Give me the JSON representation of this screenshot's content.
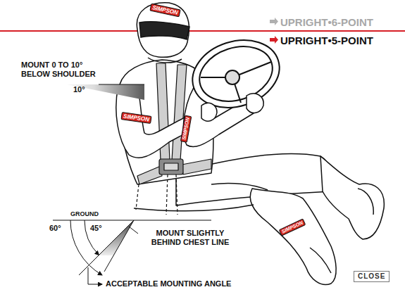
{
  "diagram": {
    "nodes": [
      {
        "text": [
          "SIMPSON"
        ]
      },
      {
        "text": [
          "SIMPSON"
        ]
      },
      {
        "text": [
          "SIMPSON"
        ]
      },
      {
        "text": [
          "SIMPSON"
        ]
      },
      {
        "text": [
          "CLOSE"
        ]
      }
    ],
    "labels": [
      "UPRIGHT•6-POINT",
      "UPRIGHT•5-POINT",
      "MOUNT 0 TO 10° BELOW SHOULDER",
      "10°",
      "GROUND",
      "60°",
      "45°",
      "MOUNT SLIGHTLY BEHIND CHEST LINE",
      "ACCEPTABLE MOUNTING ANGLE"
    ]
  }
}
